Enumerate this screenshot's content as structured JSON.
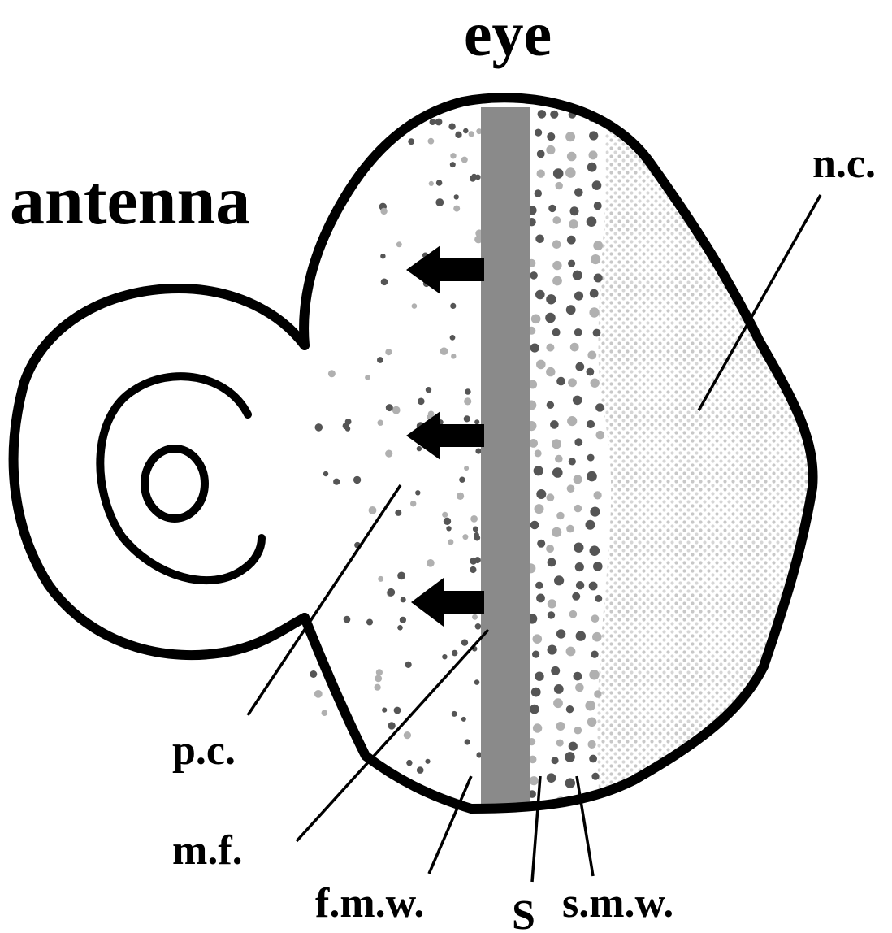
{
  "labels": {
    "eye": "eye",
    "antenna": "antenna",
    "nc": "n.c.",
    "pc": "p.c.",
    "mf": "m.f.",
    "fmw": "f.m.w.",
    "s": "S",
    "smw": "s.m.w."
  },
  "colors": {
    "outline": "#000000",
    "furrow": "#8a8a8a",
    "dot_dark": "#555555",
    "dot_light": "#b0b0b0",
    "stipple": "#cfcfcf"
  }
}
